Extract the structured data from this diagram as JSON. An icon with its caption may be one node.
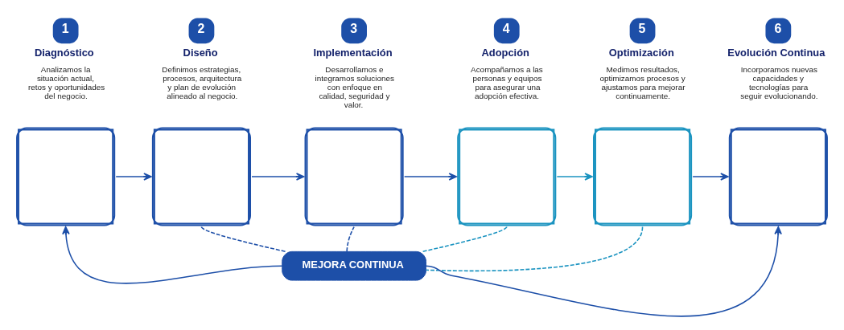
{
  "diagram": {
    "nodes": [
      {
        "text": [
          "1",
          "Diagnóstico",
          "Analizamos la situación actual, retos y oportunidades del negocio."
        ]
      },
      {
        "text": [
          "2",
          "Diseño",
          "Definimos estrategias, procesos, arquitectura y plan de evolución alineado al negocio."
        ]
      },
      {
        "text": [
          "3",
          "Implementación",
          "Desarrollamos e integramos soluciones con enfoque en calidad, seguridad y valor."
        ]
      },
      {
        "text": [
          "4",
          "Adopción",
          "Acompañamos a las personas y equipos para asegurar una adopción efectiva."
        ]
      },
      {
        "text": [
          "5",
          "Optimización",
          "Medimos resultados, optimizamos procesos y ajustamos para mejorar continuamente."
        ]
      },
      {
        "text": [
          "6",
          "Evolución Continua",
          "Incorporamos nuevas capacidades y tecnologías para seguir evolucionando."
        ]
      },
      {
        "text": [
          "MEJORA CONTINUA"
        ]
      }
    ],
    "edges": [
      {
        "from": 0,
        "to": 1,
        "arrow": "to"
      },
      {
        "from": 1,
        "to": 2,
        "arrow": "to"
      },
      {
        "from": 2,
        "to": 3,
        "arrow": "to"
      },
      {
        "from": 3,
        "to": 4,
        "arrow": "to",
        "color": "#1a93c0"
      },
      {
        "from": 4,
        "to": 5,
        "arrow": "to"
      },
      {
        "from": 1,
        "to": 6,
        "arrow": "none",
        "style": "dashed"
      },
      {
        "from": 2,
        "to": 6,
        "arrow": "none",
        "style": "dashed"
      },
      {
        "from": 3,
        "to": 6,
        "arrow": "none",
        "style": "dashed",
        "color": "#1a93c0"
      },
      {
        "from": 4,
        "to": 6,
        "arrow": "none",
        "style": "dashed",
        "color": "#1a93c0"
      },
      {
        "from": 6,
        "to": 5,
        "arrow": "to"
      },
      {
        "from": 6,
        "to": 0,
        "arrow": "to"
      }
    ]
  }
}
